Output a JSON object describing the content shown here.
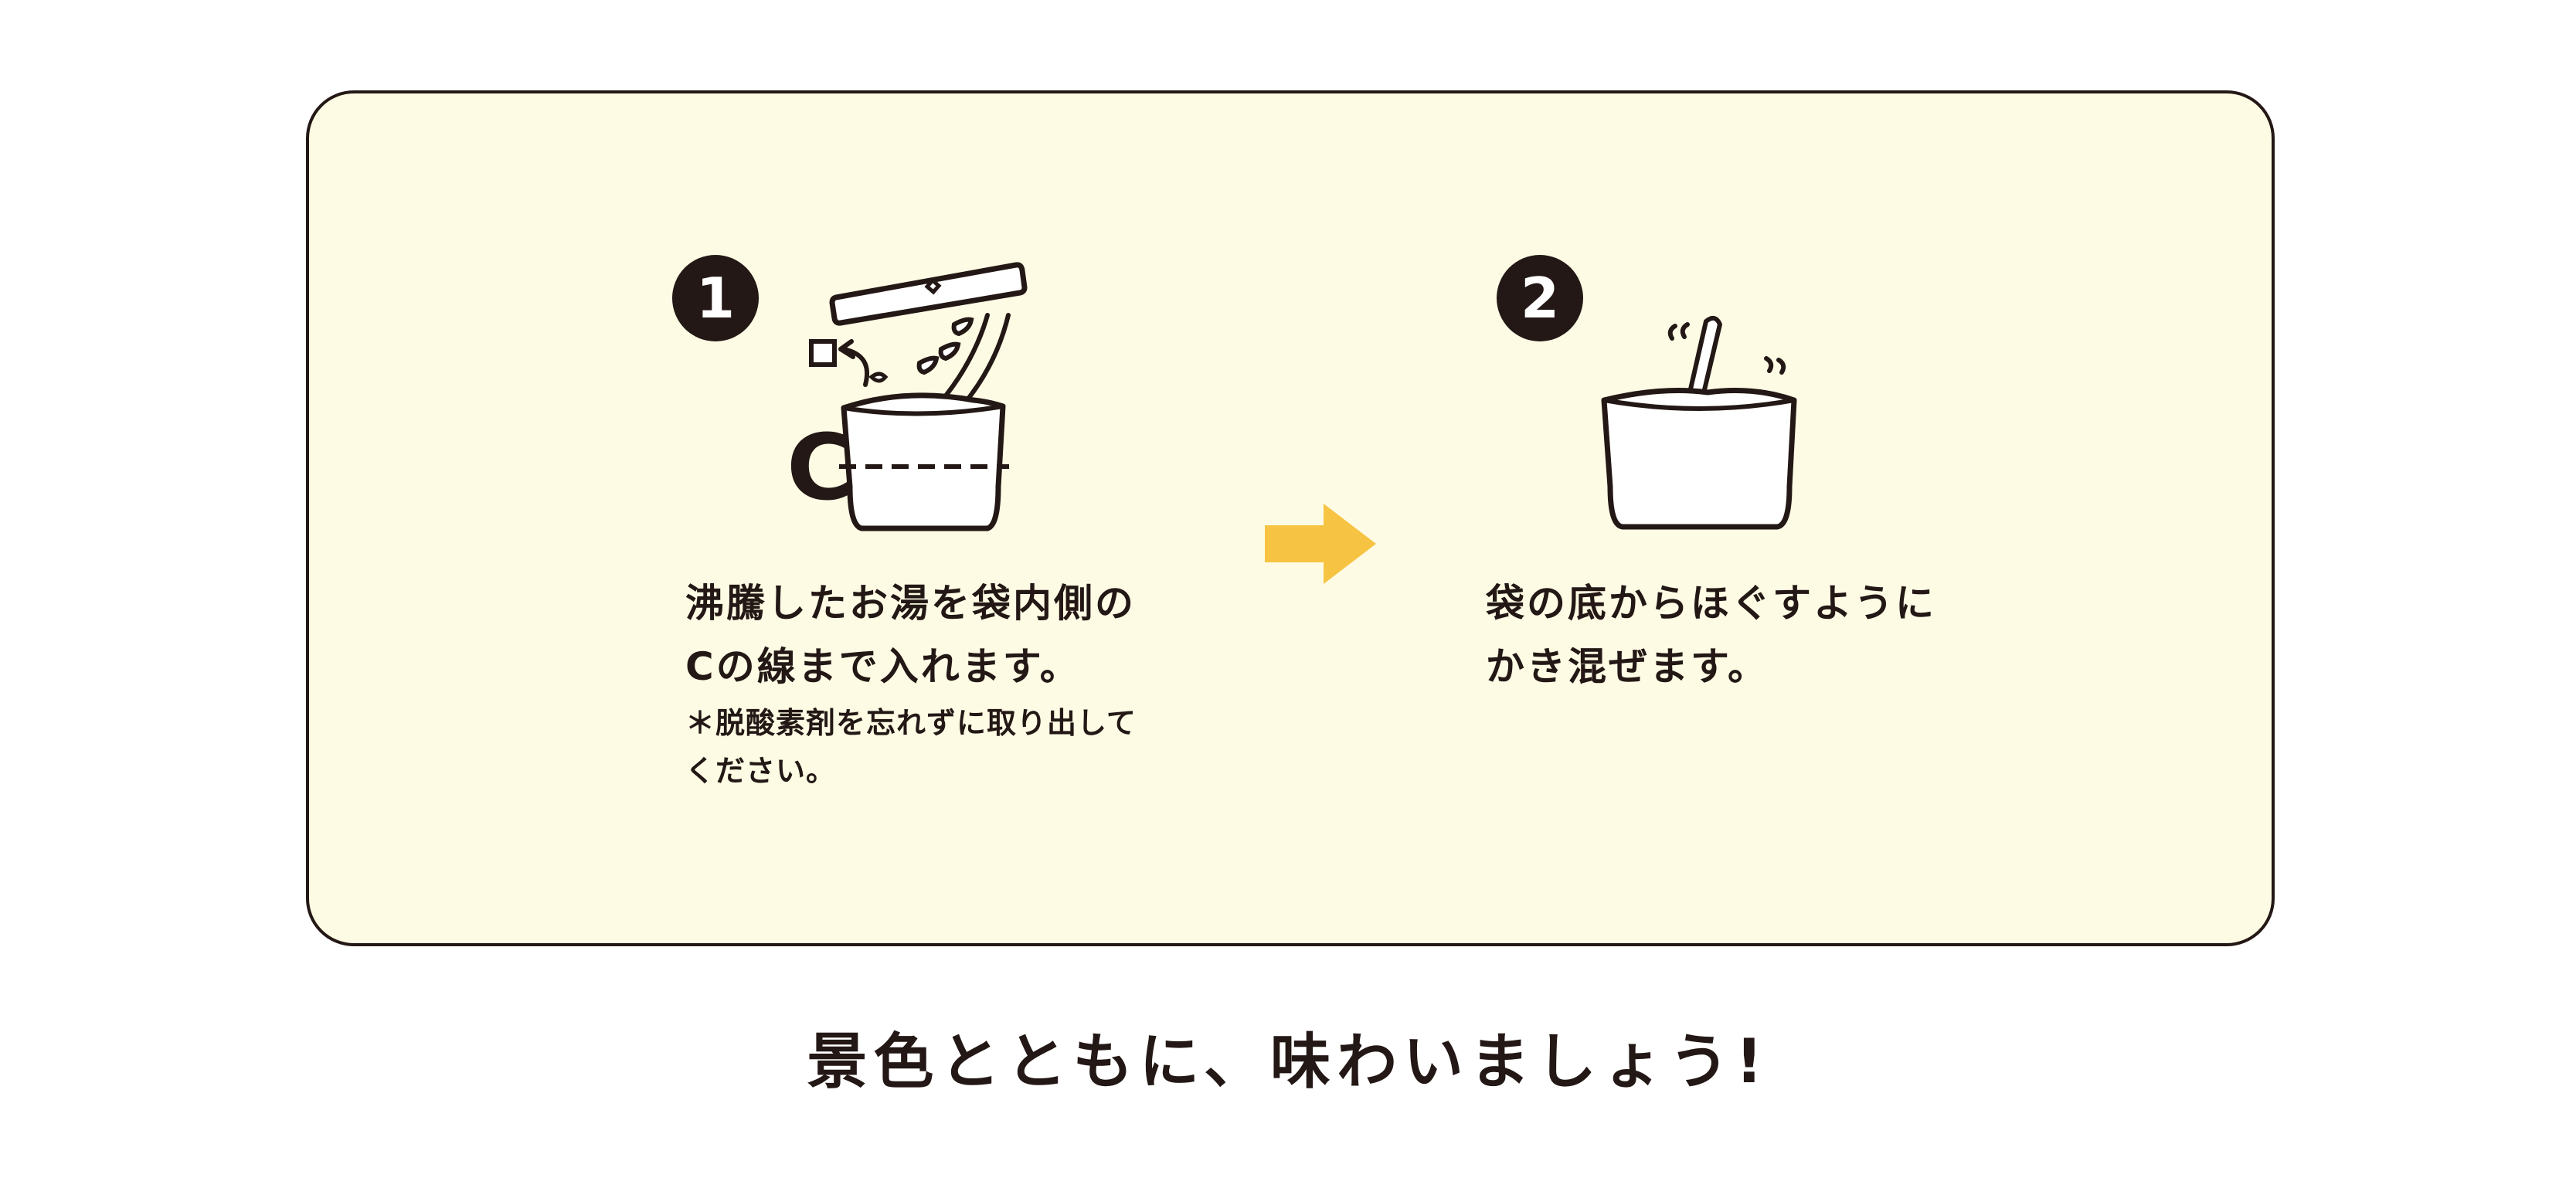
{
  "steps": [
    {
      "number": "1",
      "lines": [
        "沸騰したお湯を袋内側の",
        "Cの線まで入れます。"
      ],
      "note_lines": [
        "＊脱酸素剤を忘れずに取り出して",
        "ください。"
      ],
      "marker_label": "C"
    },
    {
      "number": "2",
      "lines": [
        "袋の底からほぐすように",
        "かき混ぜます。"
      ]
    }
  ],
  "tagline": "景色とともに、味わいましょう!",
  "colors": {
    "panel_bg": "#fdfbe4",
    "ink": "#231815",
    "arrow": "#f7c342"
  },
  "icons": {
    "step1": "pour-hot-water-into-bag-icon",
    "step2": "stir-bag-with-spoon-icon",
    "between": "right-arrow-icon"
  }
}
